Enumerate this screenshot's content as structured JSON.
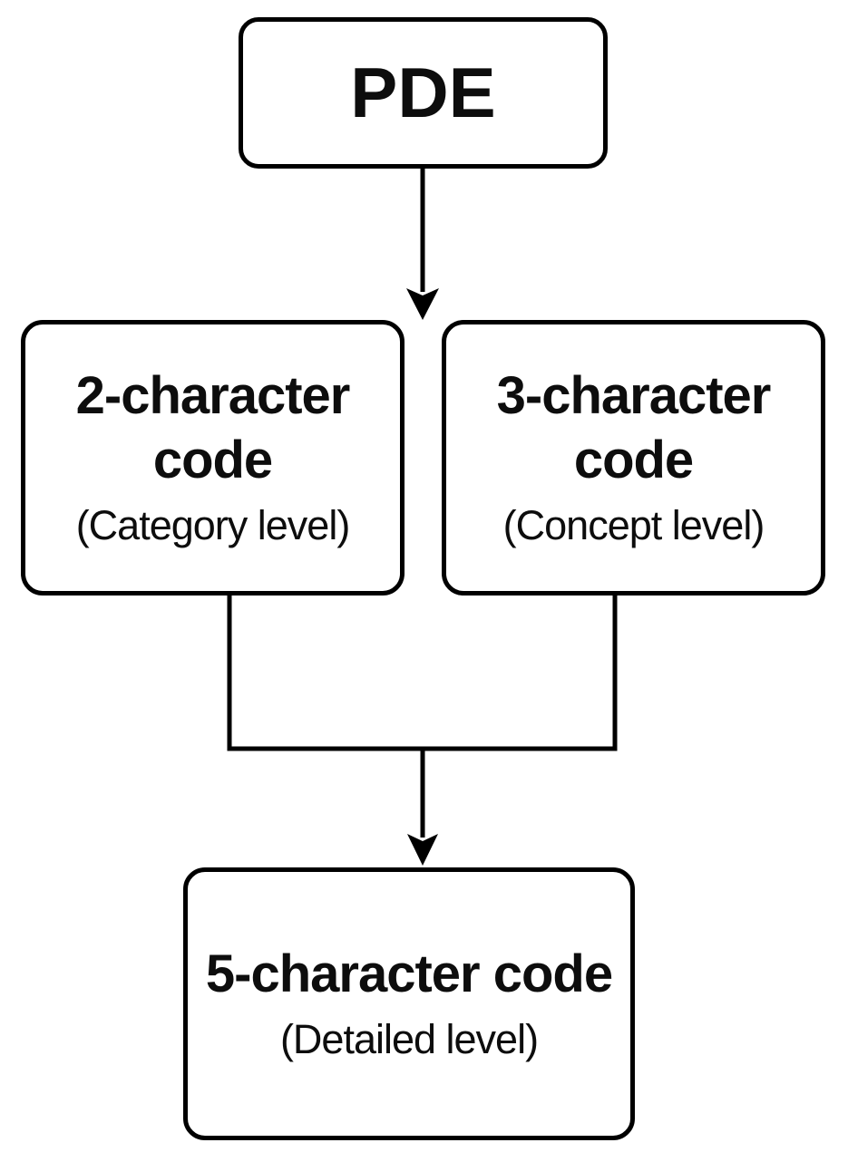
{
  "diagram": {
    "type": "flowchart",
    "direction": "top-down",
    "nodes": [
      {
        "id": "pde",
        "label": "PDE"
      },
      {
        "id": "two-char",
        "label": "2-character code",
        "sublabel": "(Category level)"
      },
      {
        "id": "three-char",
        "label": "3-character code",
        "sublabel": "(Concept level)"
      },
      {
        "id": "five-char",
        "label": "5-character code",
        "sublabel": "(Detailed level)"
      }
    ],
    "edges": [
      {
        "from": "PDE",
        "to": "2-character code",
        "arrow": true
      },
      {
        "from": "PDE",
        "to": "3-character code",
        "arrow": true
      },
      {
        "from": "2-character code",
        "to": "5-character code",
        "arrow": true
      },
      {
        "from": "3-character code",
        "to": "5-character code",
        "arrow": true
      }
    ],
    "colors": {
      "stroke": "#000000",
      "fill": "#ffffff",
      "text": "#0d0d0d"
    }
  }
}
